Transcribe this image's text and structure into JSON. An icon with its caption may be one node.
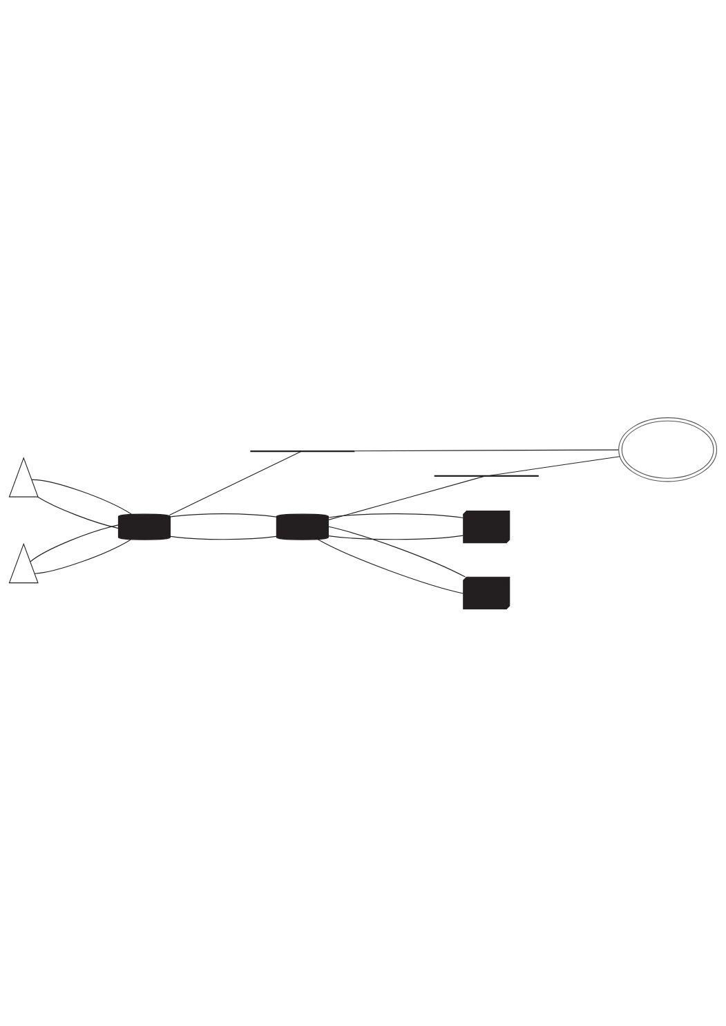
{
  "diagram": {
    "nodes": [
      {
        "text": [],
        "shape": "tower"
      },
      {
        "text": [],
        "shape": "tower"
      },
      {
        "text": [],
        "shape": "router"
      },
      {
        "text": [],
        "shape": "bar"
      },
      {
        "text": [],
        "shape": "cloud"
      },
      {
        "text": [],
        "shape": "router"
      },
      {
        "text": [],
        "shape": "bar"
      },
      {
        "text": [],
        "shape": "server"
      },
      {
        "text": [],
        "shape": "server"
      }
    ],
    "edges": [
      {
        "from": 0,
        "to": 2,
        "arrow": "none"
      },
      {
        "from": 0,
        "to": 2,
        "arrow": "none"
      },
      {
        "from": 1,
        "to": 2,
        "arrow": "none"
      },
      {
        "from": 1,
        "to": 2,
        "arrow": "none"
      },
      {
        "from": 2,
        "to": 5,
        "arrow": "none"
      },
      {
        "from": 2,
        "to": 5,
        "arrow": "none"
      },
      {
        "from": 5,
        "to": 7,
        "arrow": "none"
      },
      {
        "from": 5,
        "to": 7,
        "arrow": "none"
      },
      {
        "from": 5,
        "to": 8,
        "arrow": "none"
      },
      {
        "from": 5,
        "to": 8,
        "arrow": "none"
      },
      {
        "from": 2,
        "to": 3,
        "arrow": "none"
      },
      {
        "from": 3,
        "to": 4,
        "arrow": "none"
      },
      {
        "from": 5,
        "to": 6,
        "arrow": "none"
      },
      {
        "from": 6,
        "to": 4,
        "arrow": "none"
      }
    ]
  }
}
